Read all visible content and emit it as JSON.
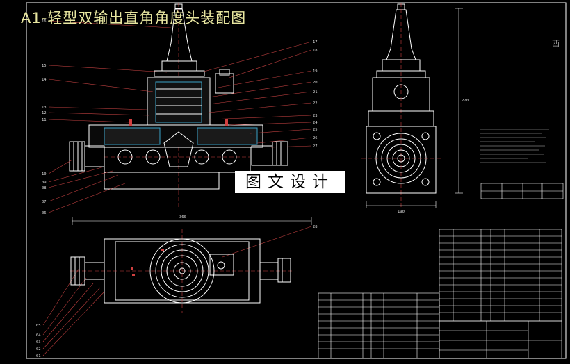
{
  "title": "A1-轻型双输出直角角度头装配图",
  "watermark": "图文设计",
  "corner_text": "西",
  "dimensions": {
    "side_width": "190",
    "side_height": "270",
    "top_width": "360"
  },
  "colors": {
    "background": "#000000",
    "line": "#ffffff",
    "title": "#e8e6a0",
    "leader": "#c04040",
    "centerline": "#d04040",
    "section": "#3aa3c8"
  },
  "left_balloons": [
    "16",
    "15",
    "14",
    "13",
    "12",
    "11",
    "10",
    "09",
    "08",
    "07",
    "06"
  ],
  "right_balloons": [
    "17",
    "18",
    "19",
    "20",
    "21",
    "22",
    "23",
    "24",
    "25",
    "26",
    "27"
  ],
  "bottom_balloons": [
    "05",
    "04",
    "03",
    "02",
    "01"
  ],
  "top_balloon": "28"
}
